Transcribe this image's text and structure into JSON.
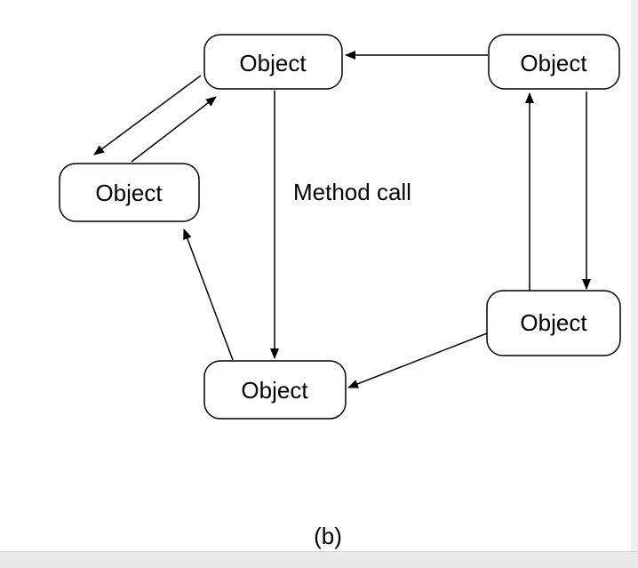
{
  "diagram": {
    "nodes": [
      {
        "id": "top-center",
        "label": "Object"
      },
      {
        "id": "top-right",
        "label": "Object"
      },
      {
        "id": "middle-left",
        "label": "Object"
      },
      {
        "id": "bottom-right",
        "label": "Object"
      },
      {
        "id": "bottom-center",
        "label": "Object"
      }
    ],
    "edges": [
      {
        "from": "top-right",
        "to": "top-center"
      },
      {
        "from": "top-center",
        "to": "middle-left"
      },
      {
        "from": "middle-left",
        "to": "top-center"
      },
      {
        "from": "top-center",
        "to": "bottom-center"
      },
      {
        "from": "bottom-center",
        "to": "middle-left"
      },
      {
        "from": "bottom-right",
        "to": "bottom-center"
      },
      {
        "from": "top-right",
        "to": "bottom-right"
      },
      {
        "from": "bottom-right",
        "to": "top-right"
      }
    ],
    "edge_label": "Method call",
    "caption": "(b)"
  }
}
